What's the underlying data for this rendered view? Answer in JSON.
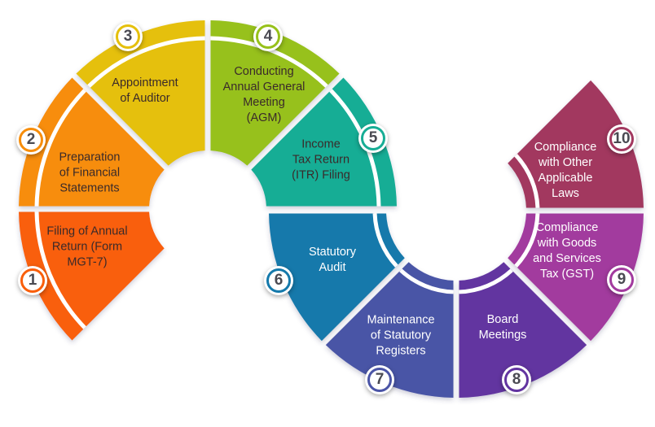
{
  "diagram": {
    "steps": [
      {
        "number": "1",
        "label": "Filing of Annual\nReturn (Form\nMGT-7)",
        "color": "#f95e0a",
        "text_color": "#3a2a2a"
      },
      {
        "number": "2",
        "label": "Preparation\nof Financial\nStatements",
        "color": "#f78d0a",
        "text_color": "#3a2a2a"
      },
      {
        "number": "3",
        "label": "Appointment\nof Auditor",
        "color": "#e5c00c",
        "text_color": "#3a2a2a"
      },
      {
        "number": "4",
        "label": "Conducting\nAnnual General\nMeeting\n(AGM)",
        "color": "#97c11a",
        "text_color": "#3a2a2a"
      },
      {
        "number": "5",
        "label": "Income\nTax Return\n(ITR) Filing",
        "color": "#17ad95",
        "text_color": "#3a2a2a"
      },
      {
        "number": "6",
        "label": "Statutory\nAudit",
        "color": "#1479ab",
        "text_color": "#ffffff"
      },
      {
        "number": "7",
        "label": "Maintenance\nof Statutory\nRegisters",
        "color": "#4a54a6",
        "text_color": "#ffffff"
      },
      {
        "number": "8",
        "label": "Board\nMeetings",
        "color": "#6234a0",
        "text_color": "#ffffff"
      },
      {
        "number": "9",
        "label": "Compliance\nwith Goods\nand Services\nTax (GST)",
        "color": "#a23a9e",
        "text_color": "#ffffff"
      },
      {
        "number": "10",
        "label": "Compliance\nwith Other\nApplicable\nLaws",
        "color": "#a2385f",
        "text_color": "#ffffff"
      }
    ]
  }
}
